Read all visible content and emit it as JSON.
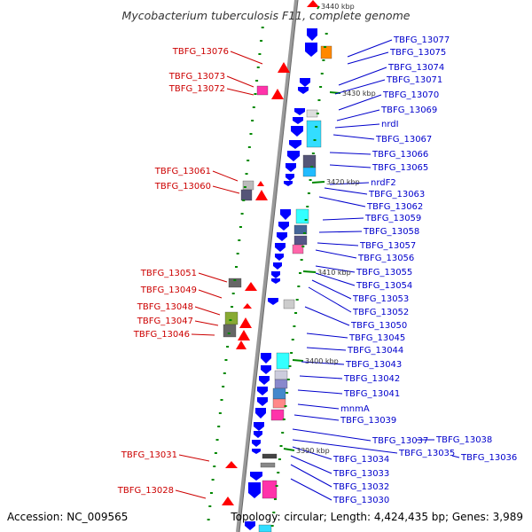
{
  "title": "Mycobacterium tuberculosis F11, complete genome",
  "accession": "Accession: NC_009565",
  "topology": "Topology: circular; Length: 4,424,435 bp; Genes: 3,989",
  "colors": {
    "forward_label": "#cc0000",
    "reverse_label": "#0000cc",
    "forward_gene": "#ff0000",
    "reverse_gene": "#0000ff",
    "tick": "#008800",
    "backbone": "#999999"
  },
  "scale_labels": [
    "3440 kbp",
    "3430 kbp",
    "3420 kbp",
    "3410 kbp",
    "3400 kbp",
    "3390 kbp"
  ],
  "left_labels": [
    "TBFG_13076",
    "TBFG_13073",
    "TBFG_13072",
    "TBFG_13061",
    "TBFG_13060",
    "TBFG_13051",
    "TBFG_13049",
    "TBFG_13048",
    "TBFG_13047",
    "TBFG_13046",
    "TBFG_13031",
    "TBFG_13028"
  ],
  "right_labels": [
    "TBFG_13077",
    "TBFG_13075",
    "TBFG_13074",
    "TBFG_13071",
    "TBFG_13070",
    "TBFG_13069",
    "nrdI",
    "TBFG_13067",
    "TBFG_13066",
    "TBFG_13065",
    "nrdF2",
    "TBFG_13063",
    "TBFG_13062",
    "TBFG_13059",
    "TBFG_13058",
    "TBFG_13057",
    "TBFG_13056",
    "TBFG_13055",
    "TBFG_13054",
    "TBFG_13053",
    "TBFG_13052",
    "TBFG_13050",
    "TBFG_13045",
    "TBFG_13044",
    "TBFG_13043",
    "TBFG_13042",
    "TBFG_13041",
    "mnmA",
    "TBFG_13039",
    "TBFG_13037",
    "TBFG_13038",
    "TBFG_13035",
    "TBFG_13036",
    "TBFG_13034",
    "TBFG_13033",
    "TBFG_13032",
    "TBFG_13030"
  ]
}
